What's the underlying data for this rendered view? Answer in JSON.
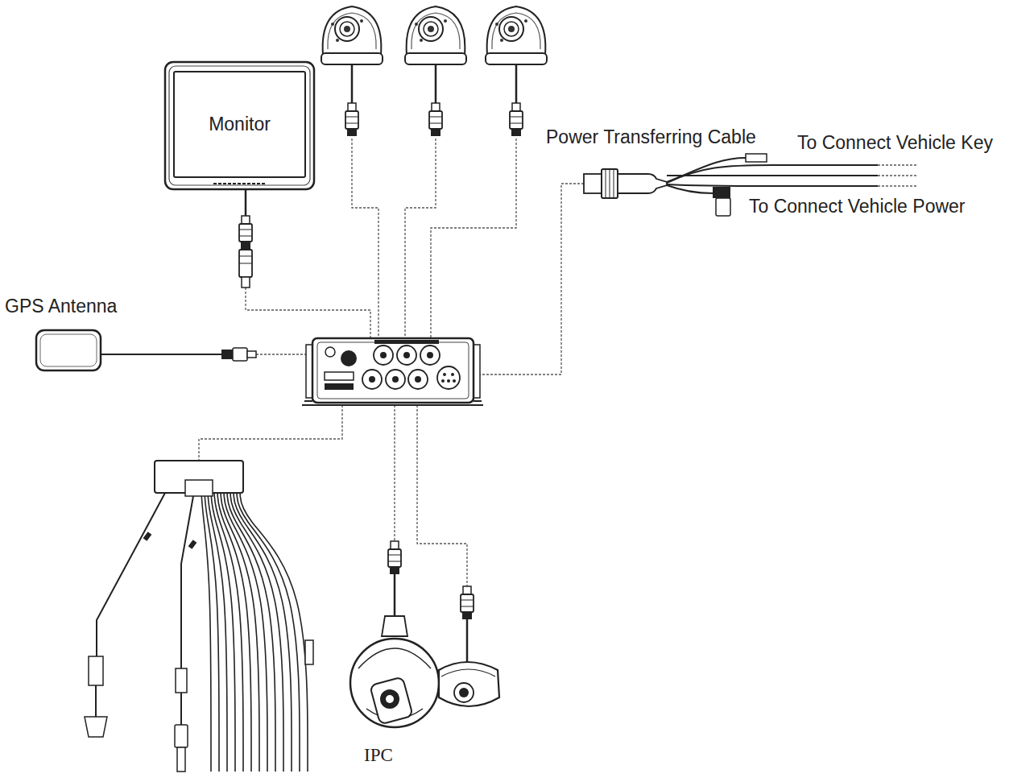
{
  "diagram": {
    "nodes": [
      {
        "text": [
          "Monitor"
        ]
      },
      {
        "text": [
          "Power Transferring Cable"
        ]
      },
      {
        "text": [
          "GPS Antenna"
        ]
      },
      {
        "text": [
          "IPC"
        ]
      }
    ],
    "labels": [
      "To Connect Vehicle Key",
      "To Connect Vehicle Power"
    ]
  }
}
